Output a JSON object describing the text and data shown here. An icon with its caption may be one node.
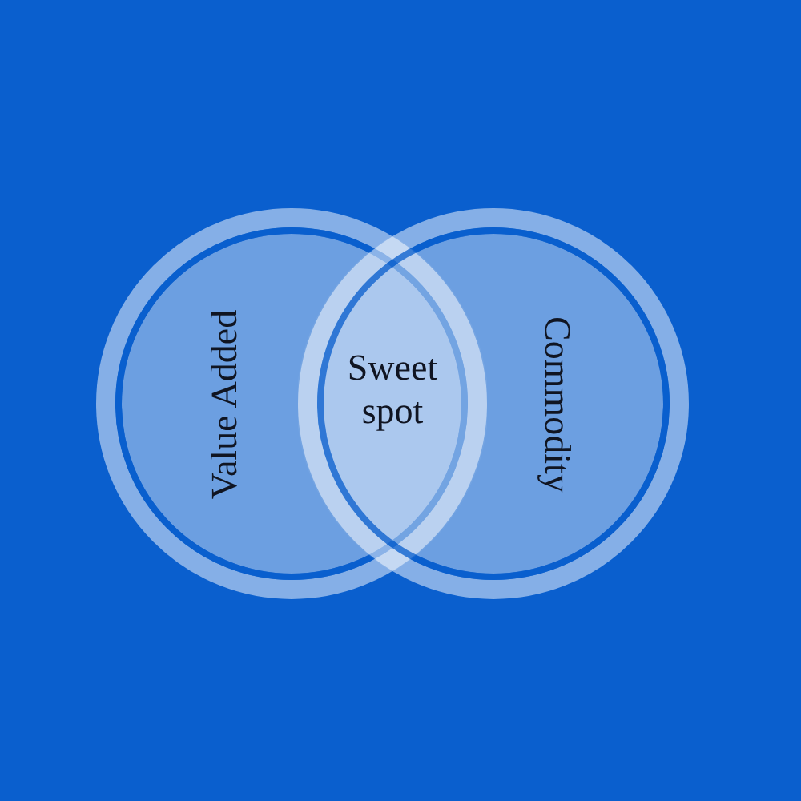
{
  "diagram": {
    "nodes": [
      {
        "text": [
          "Value Added"
        ]
      },
      {
        "text": [
          "Sweet spot"
        ]
      },
      {
        "text": [
          "Commodity"
        ]
      }
    ]
  }
}
